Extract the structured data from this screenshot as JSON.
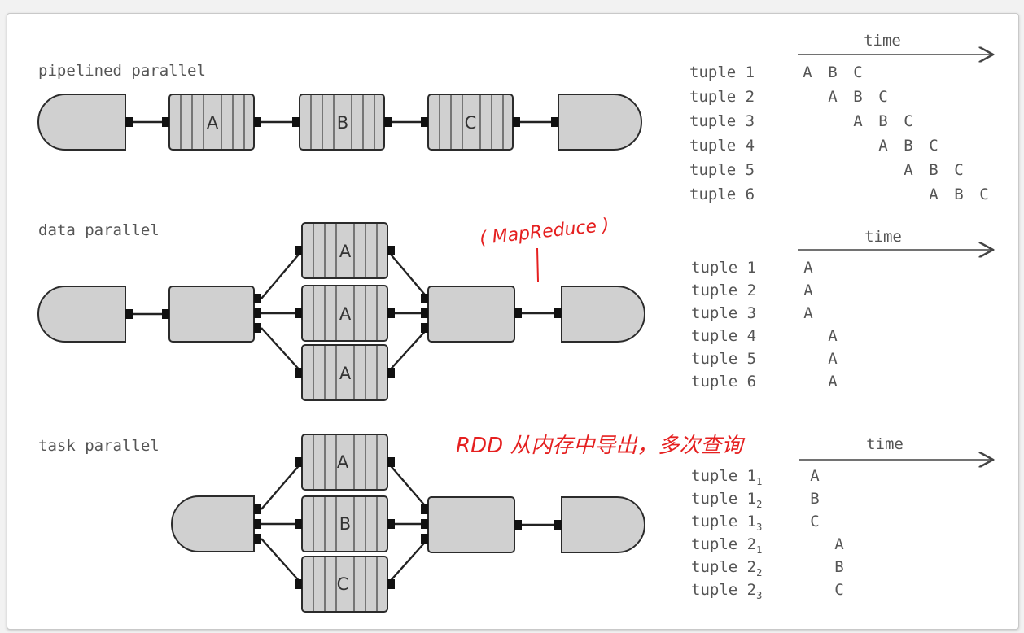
{
  "sections": {
    "pipelined": {
      "heading": "pipelined parallel",
      "nodes": [
        "A",
        "B",
        "C"
      ],
      "timeline": {
        "axis_label": "time",
        "rows": [
          {
            "tuple": "tuple 1",
            "cells": [
              "A",
              "B",
              "C"
            ]
          },
          {
            "tuple": "tuple 2",
            "cells": [
              "A",
              "B",
              "C"
            ]
          },
          {
            "tuple": "tuple 3",
            "cells": [
              "A",
              "B",
              "C"
            ]
          },
          {
            "tuple": "tuple 4",
            "cells": [
              "A",
              "B",
              "C"
            ]
          },
          {
            "tuple": "tuple 5",
            "cells": [
              "A",
              "B",
              "C"
            ]
          },
          {
            "tuple": "tuple 6",
            "cells": [
              "A",
              "B",
              "C"
            ]
          }
        ]
      }
    },
    "data": {
      "heading": "data parallel",
      "nodes": [
        "A",
        "A",
        "A"
      ],
      "annotation": "( MapReduce )",
      "timeline": {
        "axis_label": "time",
        "rows": [
          {
            "tuple": "tuple 1",
            "cells": [
              "A"
            ]
          },
          {
            "tuple": "tuple 2",
            "cells": [
              "A"
            ]
          },
          {
            "tuple": "tuple 3",
            "cells": [
              "A"
            ]
          },
          {
            "tuple": "tuple 4",
            "cells": [
              "A"
            ]
          },
          {
            "tuple": "tuple 5",
            "cells": [
              "A"
            ]
          },
          {
            "tuple": "tuple 6",
            "cells": [
              "A"
            ]
          }
        ]
      }
    },
    "task": {
      "heading": "task parallel",
      "nodes": [
        "A",
        "B",
        "C"
      ],
      "annotation": "RDD 从内存中导出，多次查询",
      "timeline": {
        "axis_label": "time",
        "rows": [
          {
            "tuple": "tuple 1",
            "sub": "1",
            "cells": [
              "A"
            ]
          },
          {
            "tuple": "tuple 1",
            "sub": "2",
            "cells": [
              "B"
            ]
          },
          {
            "tuple": "tuple 1",
            "sub": "3",
            "cells": [
              "C"
            ]
          },
          {
            "tuple": "tuple 2",
            "sub": "1",
            "cells": [
              "A"
            ]
          },
          {
            "tuple": "tuple 2",
            "sub": "2",
            "cells": [
              "B"
            ]
          },
          {
            "tuple": "tuple 2",
            "sub": "3",
            "cells": [
              "C"
            ]
          }
        ]
      }
    }
  },
  "colors": {
    "node_fill": "#d0d0d0",
    "outline": "#2b2b2b",
    "text": "#555555",
    "annotation": "#e52020"
  }
}
